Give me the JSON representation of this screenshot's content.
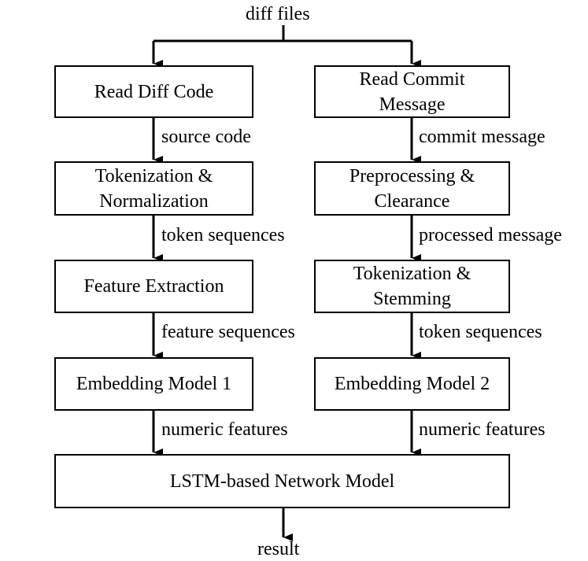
{
  "input_label": "diff files",
  "output_label": "result",
  "left_column": {
    "boxes": [
      "Read Diff Code",
      "Tokenization &\nNormalization",
      "Feature Extraction",
      "Embedding Model 1"
    ],
    "edges": [
      "source code",
      "token sequences",
      "feature sequences",
      "numeric features"
    ]
  },
  "right_column": {
    "boxes": [
      "Read Commit\nMessage",
      "Preprocessing &\nClearance",
      "Tokenization &\nStemming",
      "Embedding Model 2"
    ],
    "edges": [
      "commit message",
      "processed message",
      "token sequences",
      "numeric features"
    ]
  },
  "merge_box": "LSTM-based Network Model"
}
